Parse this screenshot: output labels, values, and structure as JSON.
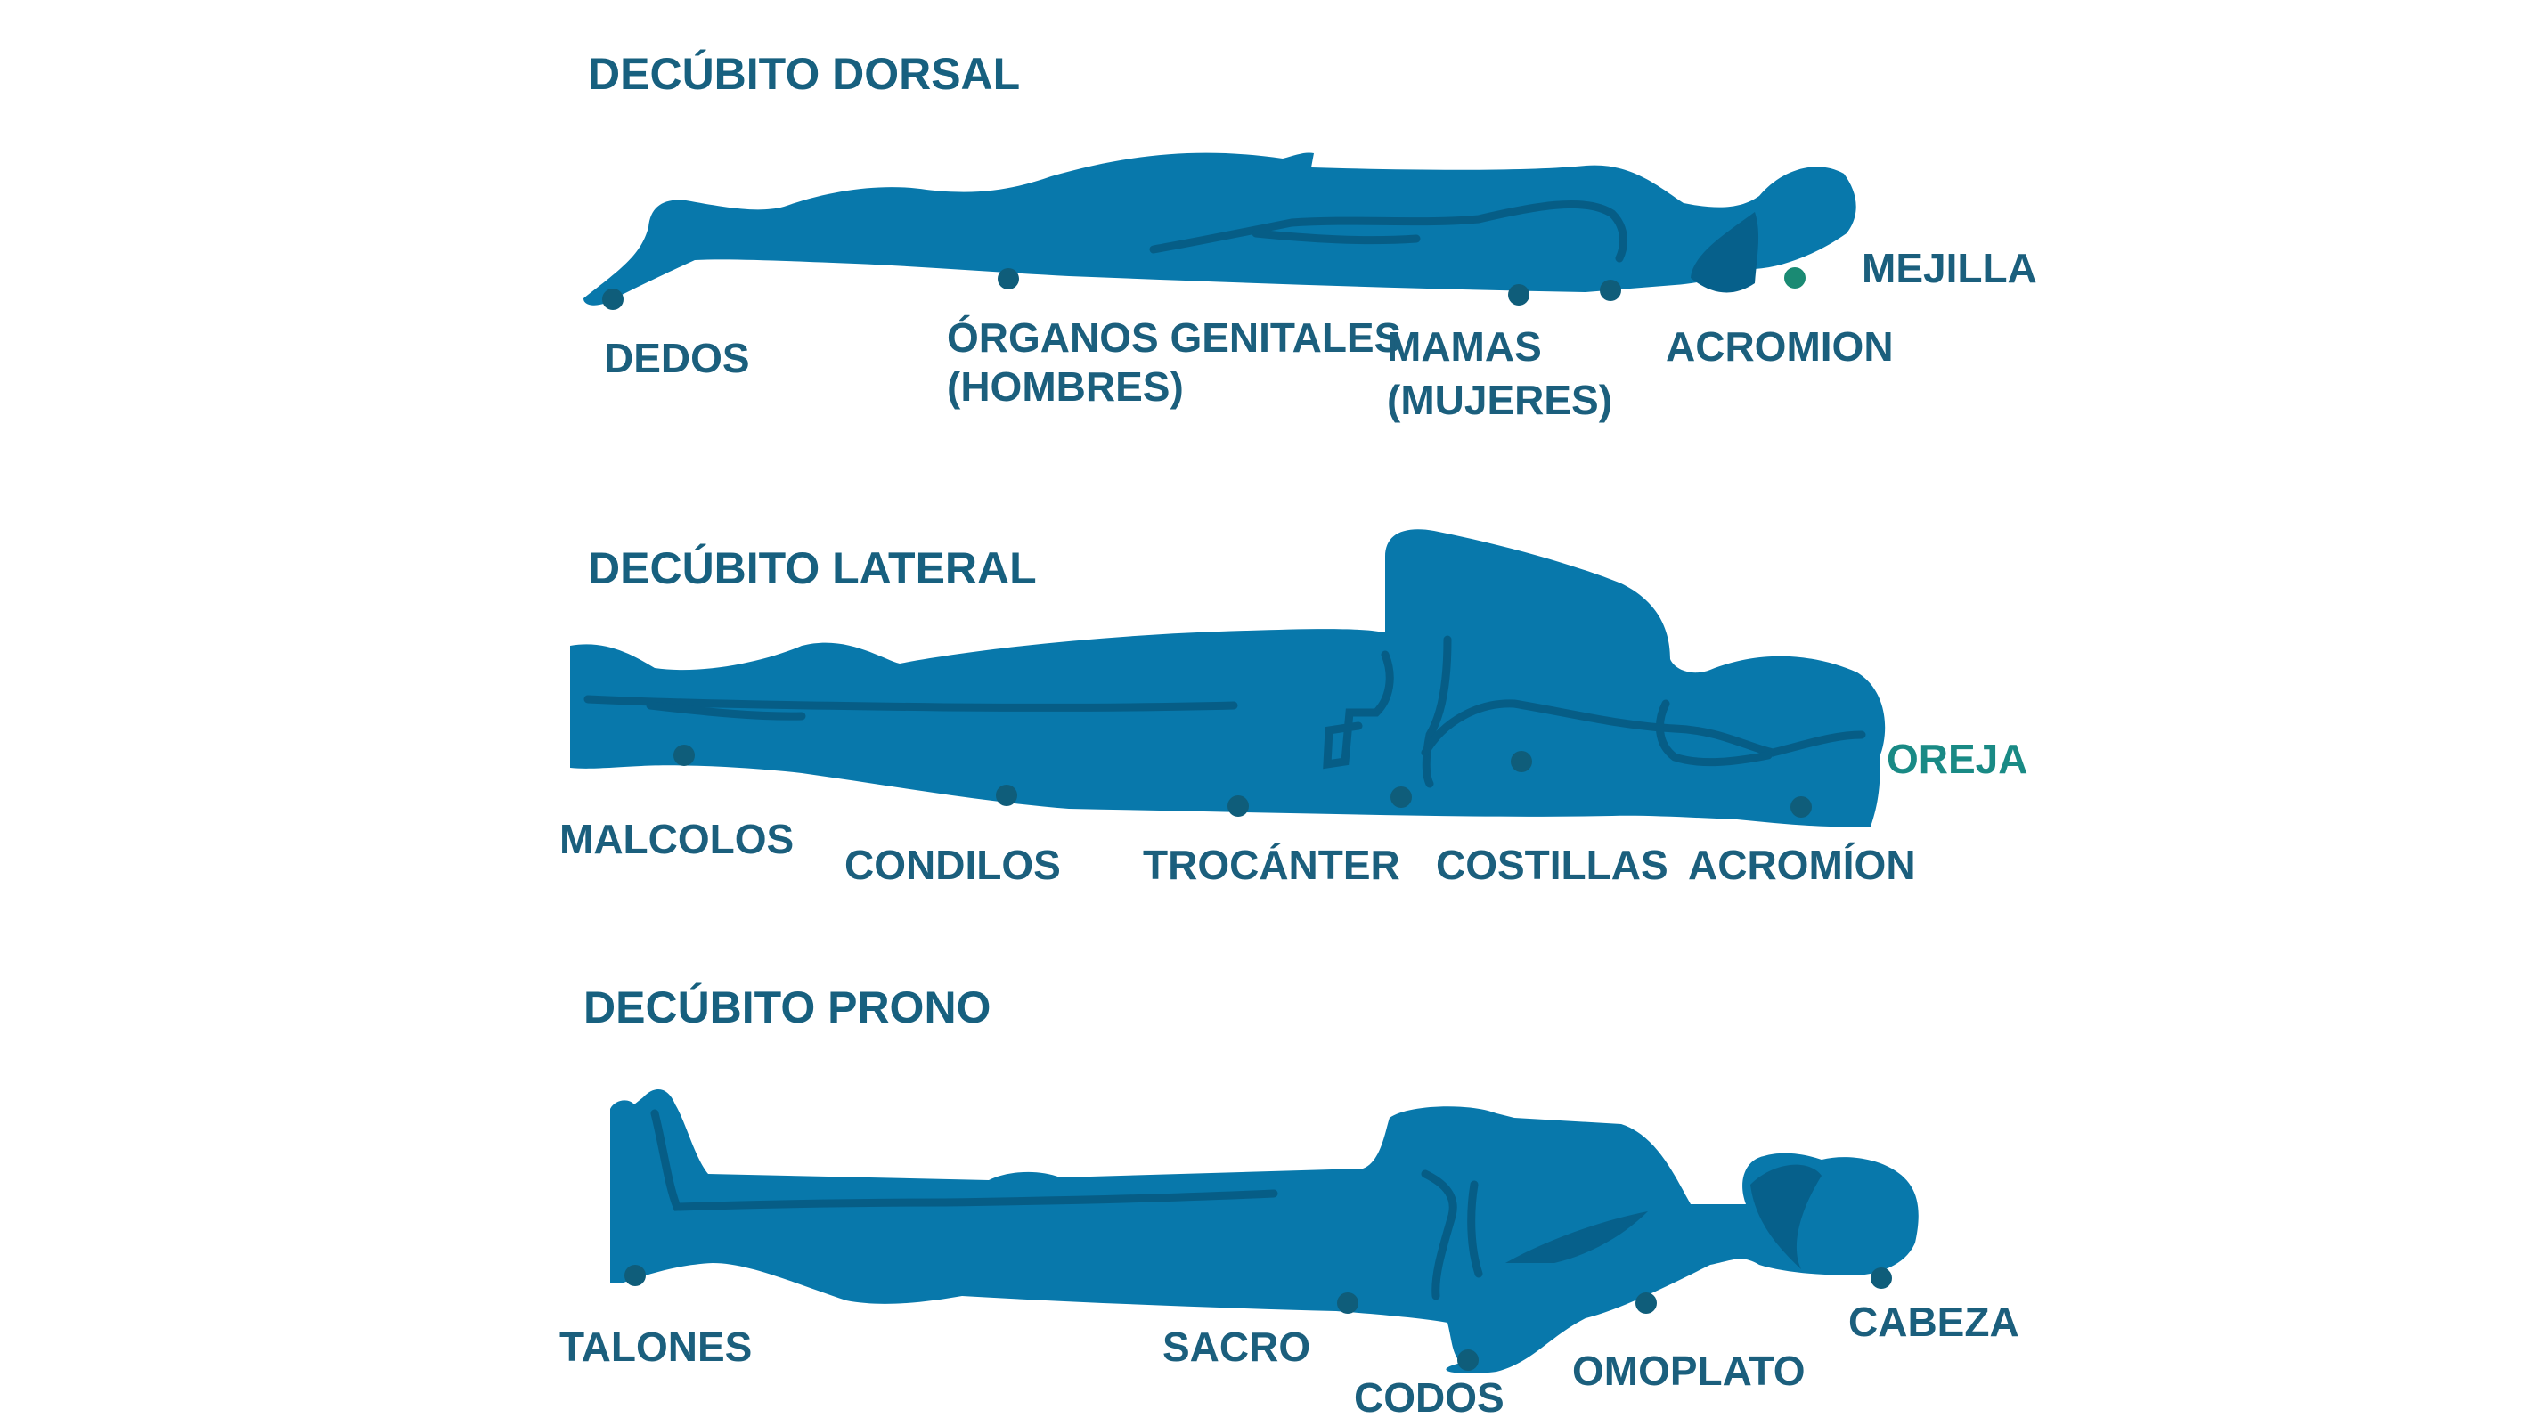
{
  "panels": [
    {
      "title": "DECÚBITO DORSAL",
      "labels": {
        "dedos": "DEDOS",
        "organos_1": "ÓRGANOS GENITALES",
        "organos_2": "(HOMBRES)",
        "mamas_1": "MAMAS",
        "mamas_2": "(MUJERES)",
        "acromion": "ACROMION",
        "mejilla": "MEJILLA"
      }
    },
    {
      "title": "DECÚBITO LATERAL",
      "labels": {
        "malcolos": "MALCOLOS",
        "condilos": "CONDILOS",
        "trocanter": "TROCÁNTER",
        "costillas": "COSTILLAS",
        "acromion": "ACROMÍON",
        "oreja": "OREJA"
      }
    },
    {
      "title": "DECÚBITO PRONO",
      "labels": {
        "talones": "TALONES",
        "sacro": "SACRO",
        "codos": "CODOS",
        "omoplato": "OMOPLATO",
        "cabeza": "CABEZA"
      }
    }
  ]
}
